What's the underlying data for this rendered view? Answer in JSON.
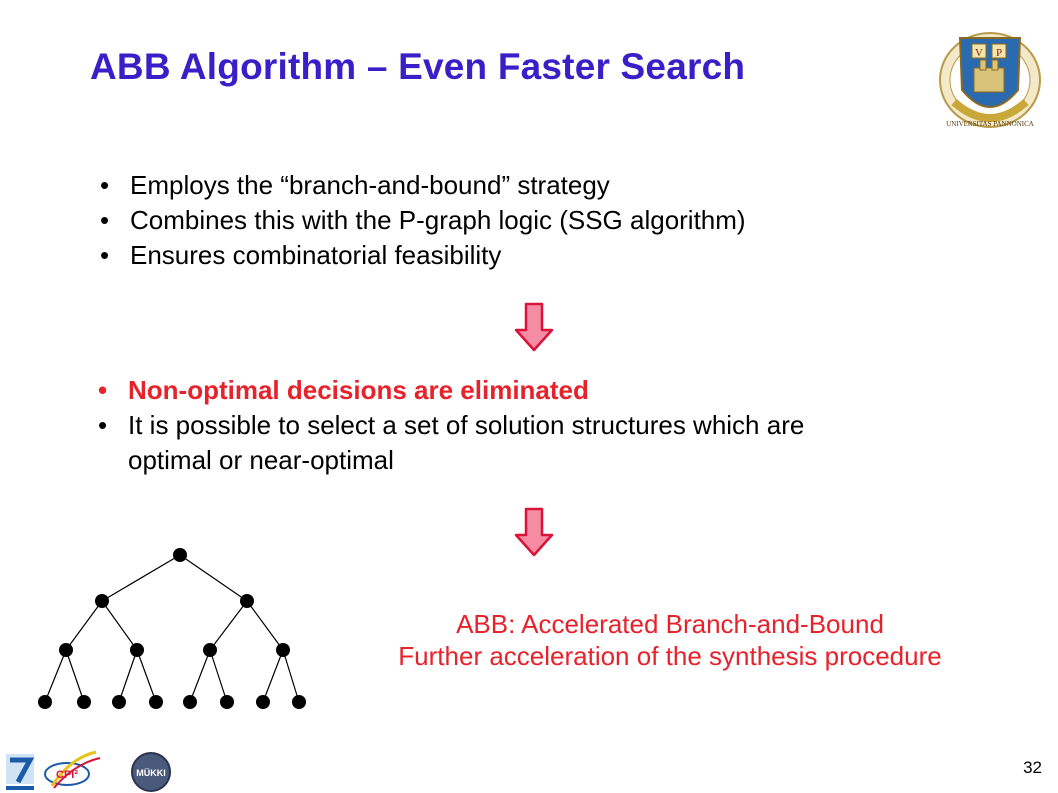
{
  "slide": {
    "title": "ABB Algorithm – Even Faster Search",
    "bullets_top": [
      "Employs the “branch-and-bound” strategy",
      "Combines this with the P-graph logic (SSG algorithm)",
      "Ensures combinatorial feasibility"
    ],
    "bullets_middle": [
      "Non-optimal decisions are eliminated",
      "It is possible to select a set of solution structures which are",
      "optimal or near-optimal"
    ],
    "abb_line1": "ABB: Accelerated Branch-and-Bound",
    "abb_line2": "Further acceleration of the synthesis procedure",
    "page_number": "32",
    "colors": {
      "title": "#3a1ec8",
      "accent_red": "#e8222b",
      "arrow_fill": "#f58ca4"
    },
    "logos": {
      "seal_text": "UNIVERSITAS PANNONICA",
      "seal_letters": "VP",
      "footer": [
        "fp7-logo",
        "CPI²",
        "MÜKKI"
      ]
    }
  }
}
